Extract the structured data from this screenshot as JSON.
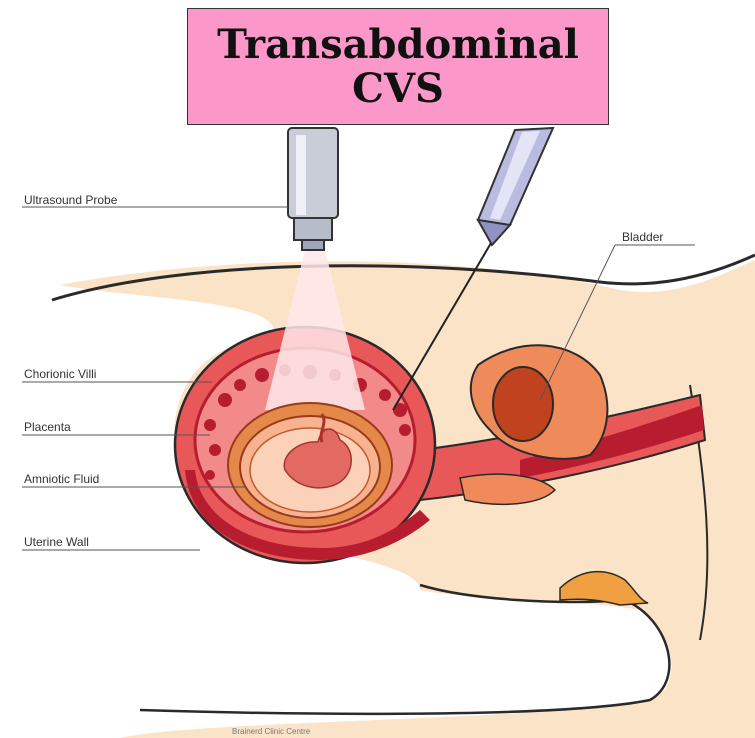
{
  "title": "Transabdominal CVS",
  "labels": {
    "ultrasound_probe": "Ultrasound Probe",
    "bladder": "Bladder",
    "chorionic_villi": "Chorionic Villi",
    "placenta": "Placenta",
    "amniotic_fluid": "Amniotic Fluid",
    "uterine_wall": "Uterine Wall"
  },
  "credit": "Brainerd Clinic Centre",
  "colors": {
    "title_background": "#fc98c9",
    "skin": "#fbe3c8",
    "uterus": "#e95858",
    "uterine_wall_dark": "#b71d2e",
    "amniotic_fluid": "#f7b38f",
    "fetus": "#e26a63",
    "bladder": "#d86230",
    "ultrasound_beam": "#ffe7ea"
  }
}
